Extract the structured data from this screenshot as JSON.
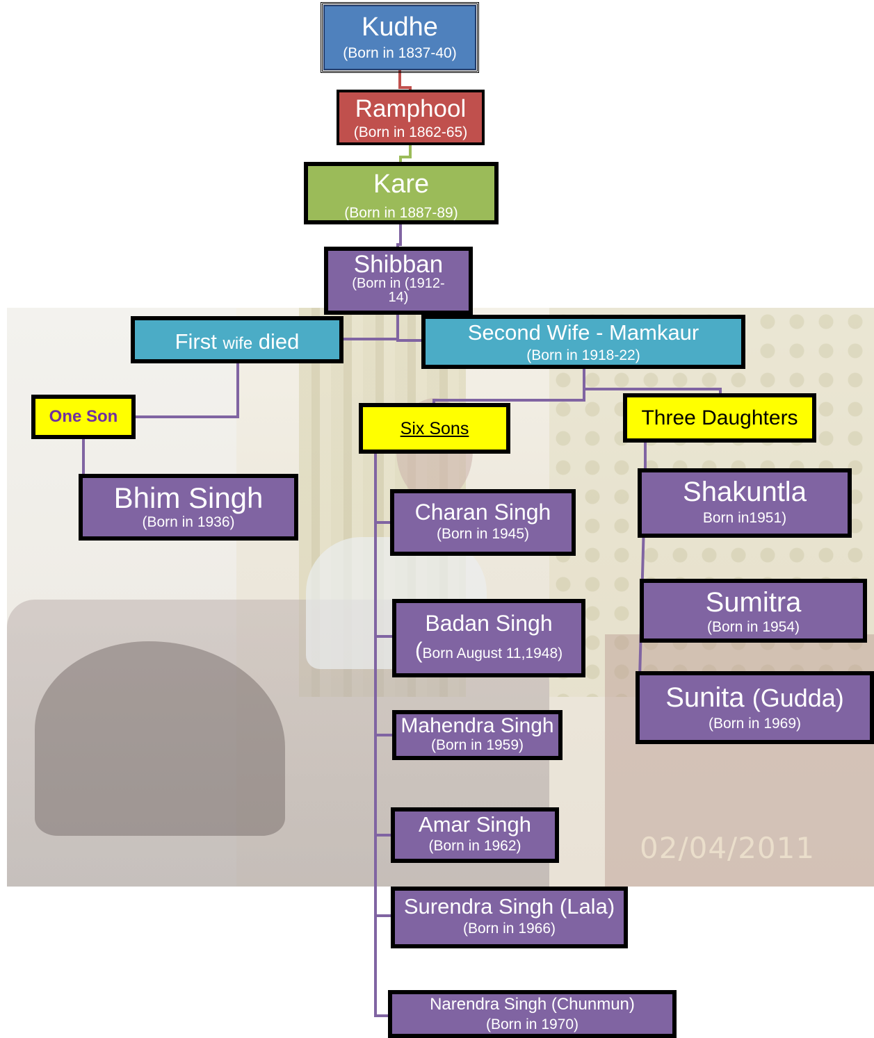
{
  "photo": {
    "date_stamp": "02/04/2011"
  },
  "nodes": {
    "kudhe": {
      "name": "Kudhe",
      "born": "(Born in 1837-40)"
    },
    "ramphool": {
      "name": "Ramphool",
      "born": "(Born in 1862-65)"
    },
    "kare": {
      "name": "Kare",
      "born": "(Born in 1887-89)"
    },
    "shibban": {
      "name": "Shibban",
      "born_line1": "(Born  in (1912-",
      "born_line2": "14)"
    },
    "first_wife": {
      "name_a": "First",
      "name_b": "wife",
      "name_c": "died"
    },
    "second_wife": {
      "name": "Second Wife - Mamkaur",
      "born": "(Born in 1918-22)"
    },
    "one_son": {
      "label": "One Son"
    },
    "six_sons": {
      "label": "Six Sons"
    },
    "three_daughters": {
      "label": "Three Daughters"
    },
    "bhim": {
      "name": "Bhim Singh",
      "born": "(Born in 1936)"
    },
    "charan": {
      "name": "Charan Singh",
      "born": "(Born in 1945)"
    },
    "badan": {
      "name": "Badan Singh",
      "born_paren": "(",
      "born": "Born August 11,1948)"
    },
    "mahendra": {
      "name": "Mahendra Singh",
      "born": "(Born in 1959)"
    },
    "amar": {
      "name": "Amar Singh",
      "born": "(Born in 1962)"
    },
    "surendra": {
      "name": "Surendra Singh (Lala)",
      "born": "(Born in 1966)"
    },
    "narendra": {
      "name": "Narendra Singh (Chunmun)",
      "born": "(Born in 1970)"
    },
    "shakuntla": {
      "name": "Shakuntla",
      "born": "Born in1951)"
    },
    "sumitra": {
      "name": "Sumitra",
      "born": "(Born in  1954)"
    },
    "sunita": {
      "name_a": "Sunita",
      "name_b": "(Gudda)",
      "born": "(Born in 1969)"
    }
  }
}
